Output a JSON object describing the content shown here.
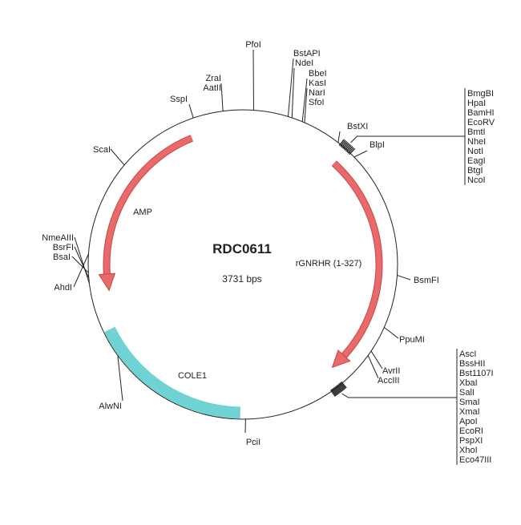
{
  "plasmid": {
    "name": "RDC0611",
    "size": "3731 bps"
  },
  "features": {
    "amp": "AMP",
    "gnrhr": "rGNRHR (1-327)",
    "cole1": "COLE1"
  },
  "colors": {
    "gene_arrow": "#e86a6a",
    "origin": "#6fd3d3",
    "line": "#222222"
  },
  "sites": {
    "pfoi": "PfoI",
    "bstapi": "BstAPI",
    "ndei": "NdeI",
    "bbei": "BbeI",
    "kasi": "KasI",
    "nari": "NarI",
    "sfoi": "SfoI",
    "zrai": "ZraI",
    "aatii": "AatII",
    "sspi": "SspI",
    "scai": "ScaI",
    "nmeaiii": "NmeAIII",
    "bsrfi": "BsrFI",
    "bsai": "BsaI",
    "ahdi": "AhdI",
    "alwni": "AlwNI",
    "pcii": "PciI",
    "bstxi": "BstXI",
    "blpi": "BlpI",
    "bsmfi": "BsmFI",
    "ppumi": "PpuMI",
    "avrii": "AvrII",
    "acciii": "AccIII"
  },
  "cluster_top": [
    "BmgBI",
    "HpaI",
    "BamHI",
    "EcoRV",
    "BmtI",
    "NheI",
    "NotI",
    "EagI",
    "BtgI",
    "NcoI"
  ],
  "cluster_bottom": [
    "AscI",
    "BssHII",
    "Bst1107I",
    "XbaI",
    "SalI",
    "SmaI",
    "XmaI",
    "ApoI",
    "EcoRI",
    "PspXI",
    "XhoI",
    "Eco47III"
  ]
}
